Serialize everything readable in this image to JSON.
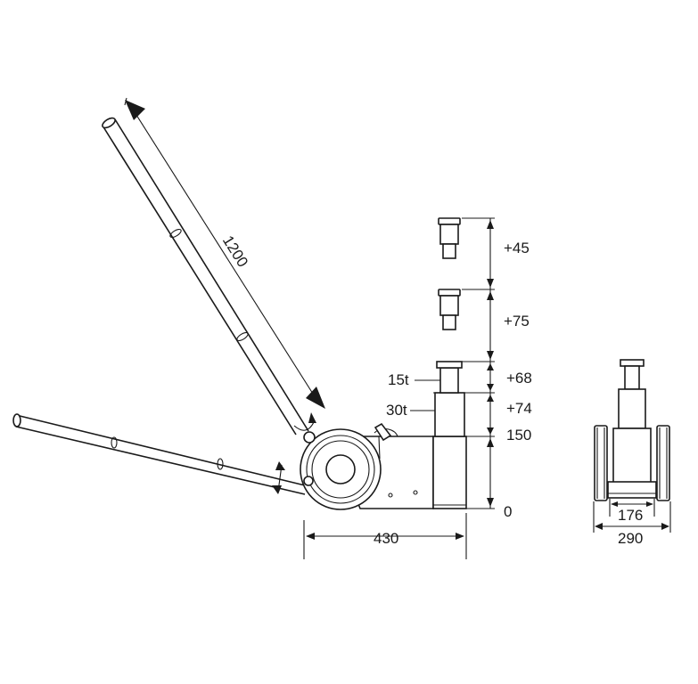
{
  "dimensions": {
    "handle_length": "1200",
    "extension_1": "+45",
    "extension_2": "+75",
    "stroke_stage_1": "+68",
    "stroke_stage_2": "+74",
    "base_height": "150",
    "zero": "0",
    "wheel_base": "430",
    "inner_width": "176",
    "outer_width": "290"
  },
  "stage_labels": {
    "stage_1": "15t",
    "stage_2": "30t"
  }
}
